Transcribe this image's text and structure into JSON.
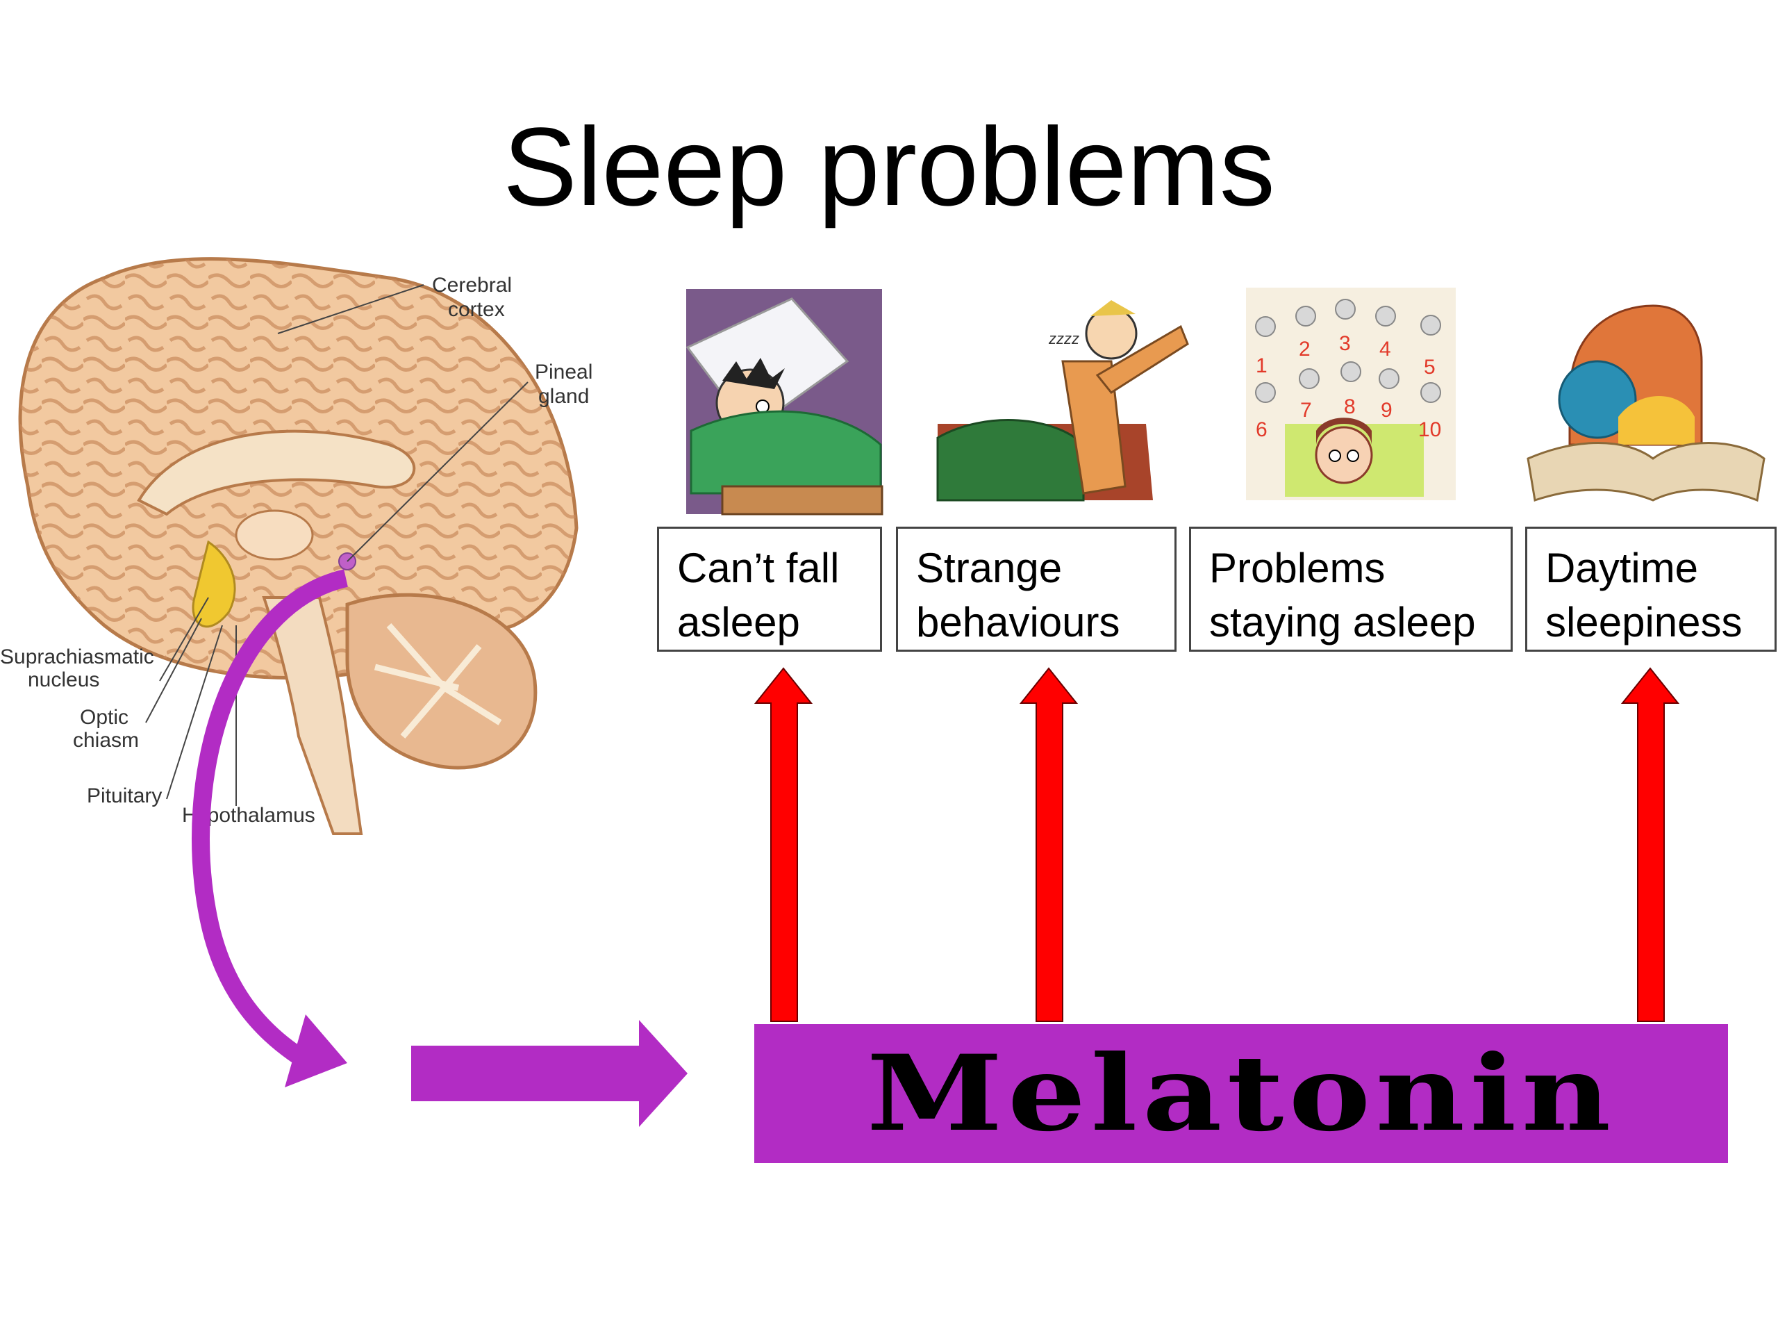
{
  "title": "Sleep problems",
  "brain_labels": {
    "cerebral": "Cerebral",
    "cortex": "cortex",
    "pineal": "Pineal",
    "gland": "gland",
    "suprachiasmatic": "Suprachiasmatic",
    "nucleus": "nucleus",
    "optic": "Optic",
    "chiasm": "chiasm",
    "pituitary": "Pituitary",
    "hypothalamus": "Hypothalamus"
  },
  "problems": [
    {
      "line1": "Can’t fall",
      "line2": "asleep",
      "icon": "child-in-bed-icon"
    },
    {
      "line1": "Strange",
      "line2": "behaviours",
      "icon": "sleepwalker-icon"
    },
    {
      "line1": "Problems",
      "line2": "staying asleep",
      "icon": "counting-sheep-icon"
    },
    {
      "line1": "Daytime",
      "line2": "sleepiness",
      "icon": "sleeping-on-book-icon"
    }
  ],
  "sheep_numbers": [
    "1",
    "2",
    "3",
    "4",
    "5",
    "6",
    "7",
    "8",
    "9",
    "10"
  ],
  "snore_text": "zzzz",
  "hormone": "Melatonin",
  "colors": {
    "melatonin": "#b22cc4",
    "arrow_red": "#ff0000",
    "arrow_purple": "#b22cc4"
  }
}
